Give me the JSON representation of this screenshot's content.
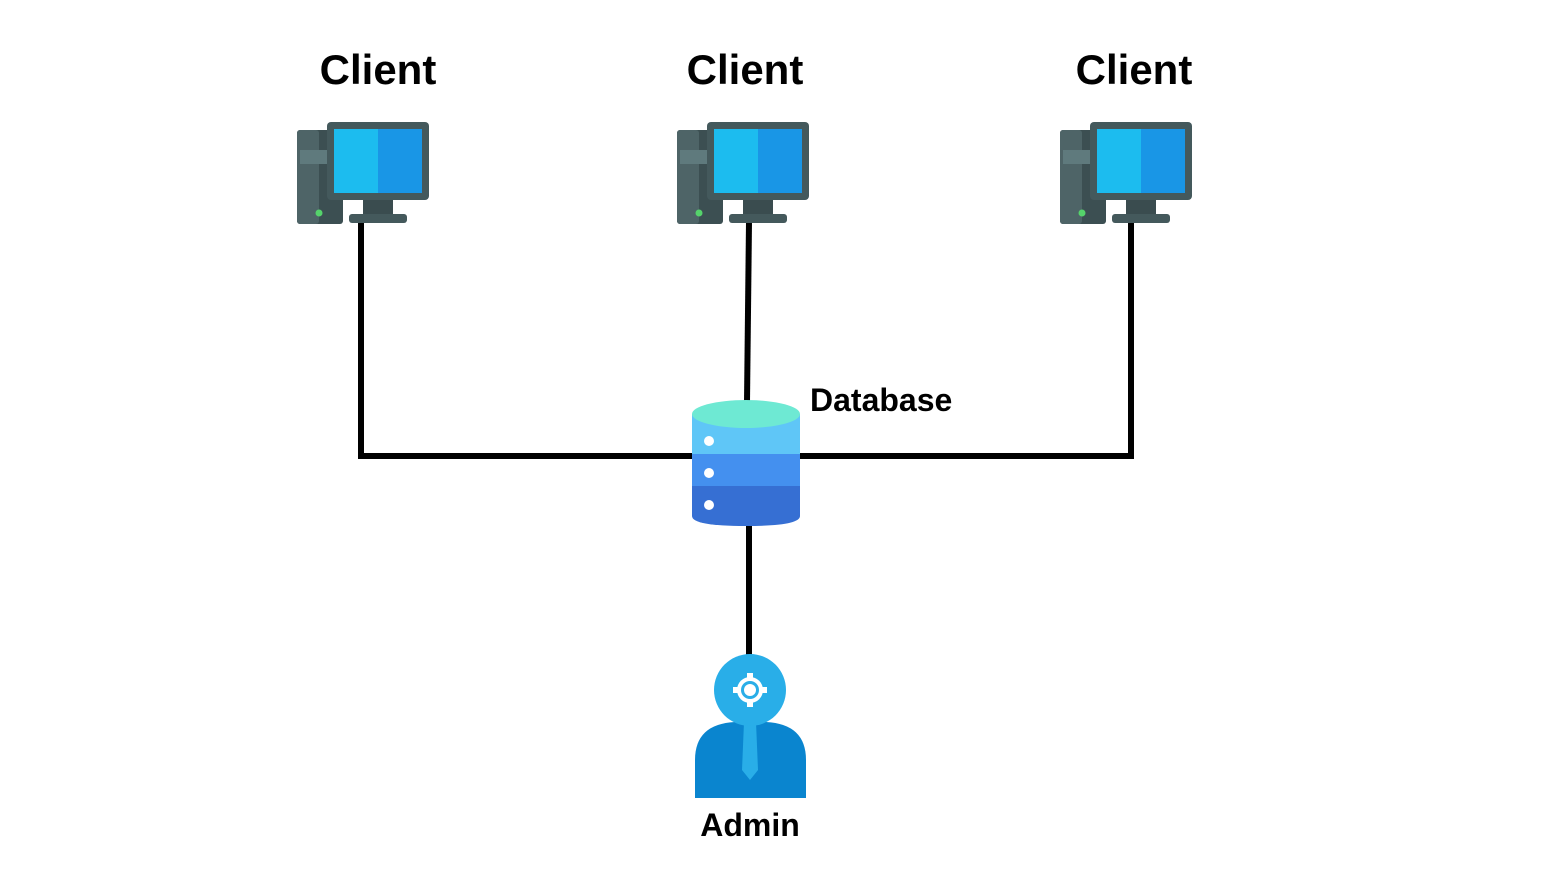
{
  "diagram": {
    "clients": [
      {
        "label": "Client"
      },
      {
        "label": "Client"
      },
      {
        "label": "Client"
      }
    ],
    "database": {
      "label": "Database"
    },
    "admin": {
      "label": "Admin"
    }
  },
  "icons": {
    "client": "desktop-computer-icon",
    "database": "database-icon",
    "admin": "admin-user-icon"
  },
  "colors": {
    "connector": "#000000",
    "monitor_screen_left": "#1cbcef",
    "monitor_screen_right": "#1996e6",
    "monitor_frame": "#44595c",
    "db_top": "#6ee9d3",
    "db_layer1": "#5fc6f7",
    "db_layer2": "#4490ef",
    "db_layer3": "#366fd3",
    "admin_head": "#29aee8",
    "admin_body": "#0a85cf"
  }
}
